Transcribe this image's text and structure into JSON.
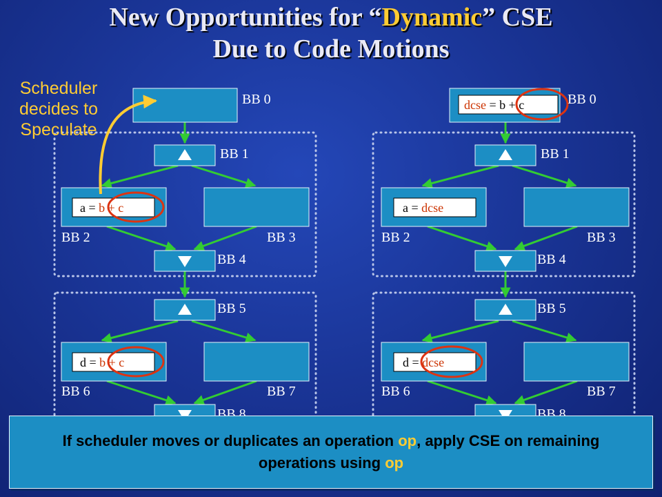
{
  "title": {
    "line1_prefix": "New Opportunities for “",
    "line1_highlight": "Dynamic",
    "line1_suffix": "” CSE",
    "line2": "Due to Code Motions"
  },
  "callout": {
    "line1": "Scheduler",
    "line2": "decides to",
    "line3": "Speculate"
  },
  "left": {
    "bb0": "BB 0",
    "bb1": "BB 1",
    "bb2": "BB 2",
    "bb3": "BB 3",
    "bb4": "BB 4",
    "bb5": "BB 5",
    "bb6": "BB 6",
    "bb7": "BB 7",
    "bb8": "BB 8",
    "stmt_bb2": {
      "lhs": "a = ",
      "rhs": "b + c"
    },
    "stmt_bb6": {
      "lhs": "d = ",
      "rhs": "b + c"
    }
  },
  "right": {
    "bb0": "BB 0",
    "bb1": "BB 1",
    "bb2": "BB 2",
    "bb3": "BB 3",
    "bb4": "BB 4",
    "bb5": "BB 5",
    "bb6": "BB 6",
    "bb7": "BB 7",
    "bb8": "BB 8",
    "stmt_bb0": {
      "lhs": "dcse",
      "rhs": " = b + c"
    },
    "stmt_bb2": {
      "lhs": "a = ",
      "rhs": "dcse"
    },
    "stmt_bb6": {
      "lhs": "d = ",
      "rhs": "dcse"
    }
  },
  "banner": {
    "part1": "If scheduler moves or duplicates an operation ",
    "op1": "op",
    "part2": ", apply CSE on remaining operations using ",
    "op2": "op"
  },
  "colors": {
    "background": "#1a3597",
    "block_fill": "#1c8ec4",
    "edge_green": "#33cc33",
    "highlight_yellow": "#ffcc33",
    "expr_red": "#cc3300",
    "circle_red": "#dd3311",
    "region_dots": "#b8c4e8"
  }
}
